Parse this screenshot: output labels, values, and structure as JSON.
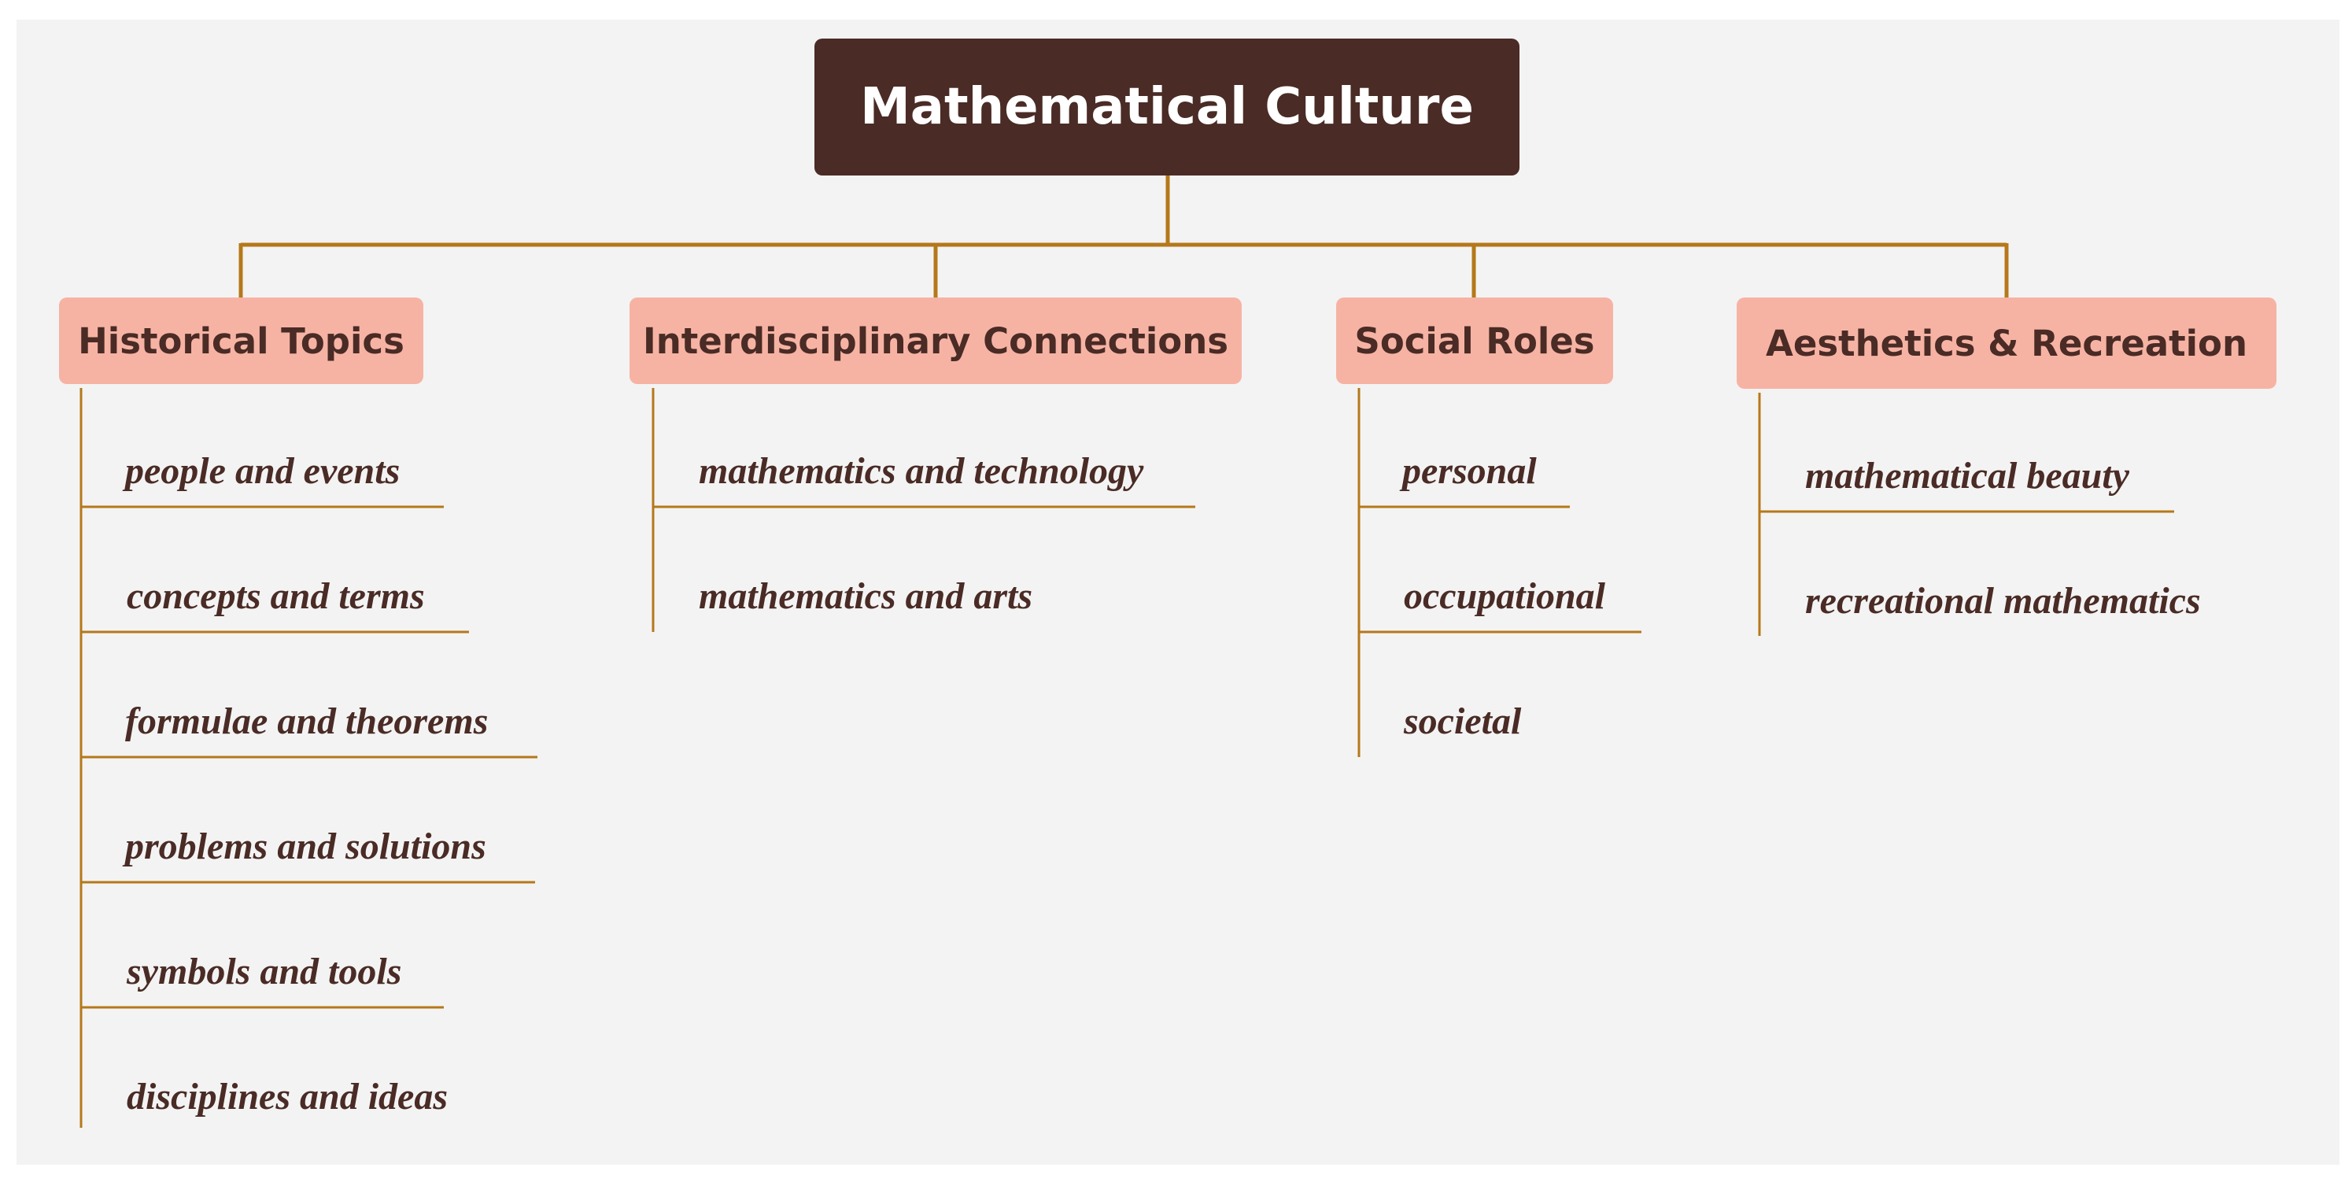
{
  "colors": {
    "background": "#f3f3f3",
    "root_fill": "#4a2b25",
    "root_text": "#ffffff",
    "category_fill": "#f6b3a4",
    "category_text": "#4a2b25",
    "leaf_text": "#4a2b25",
    "connector": "#b5781a"
  },
  "root": {
    "label": "Mathematical Culture"
  },
  "categories": [
    {
      "label": "Historical Topics",
      "items": [
        "people and events",
        "concepts and terms",
        "formulae and theorems",
        "problems and solutions",
        "symbols and tools",
        "disciplines and ideas"
      ]
    },
    {
      "label": "Interdisciplinary Connections",
      "items": [
        "mathematics and technology",
        "mathematics and arts"
      ]
    },
    {
      "label": "Social Roles",
      "items": [
        "personal",
        "occupational",
        "societal"
      ]
    },
    {
      "label": "Aesthetics & Recreation",
      "items": [
        "mathematical beauty",
        "recreational mathematics"
      ]
    }
  ]
}
